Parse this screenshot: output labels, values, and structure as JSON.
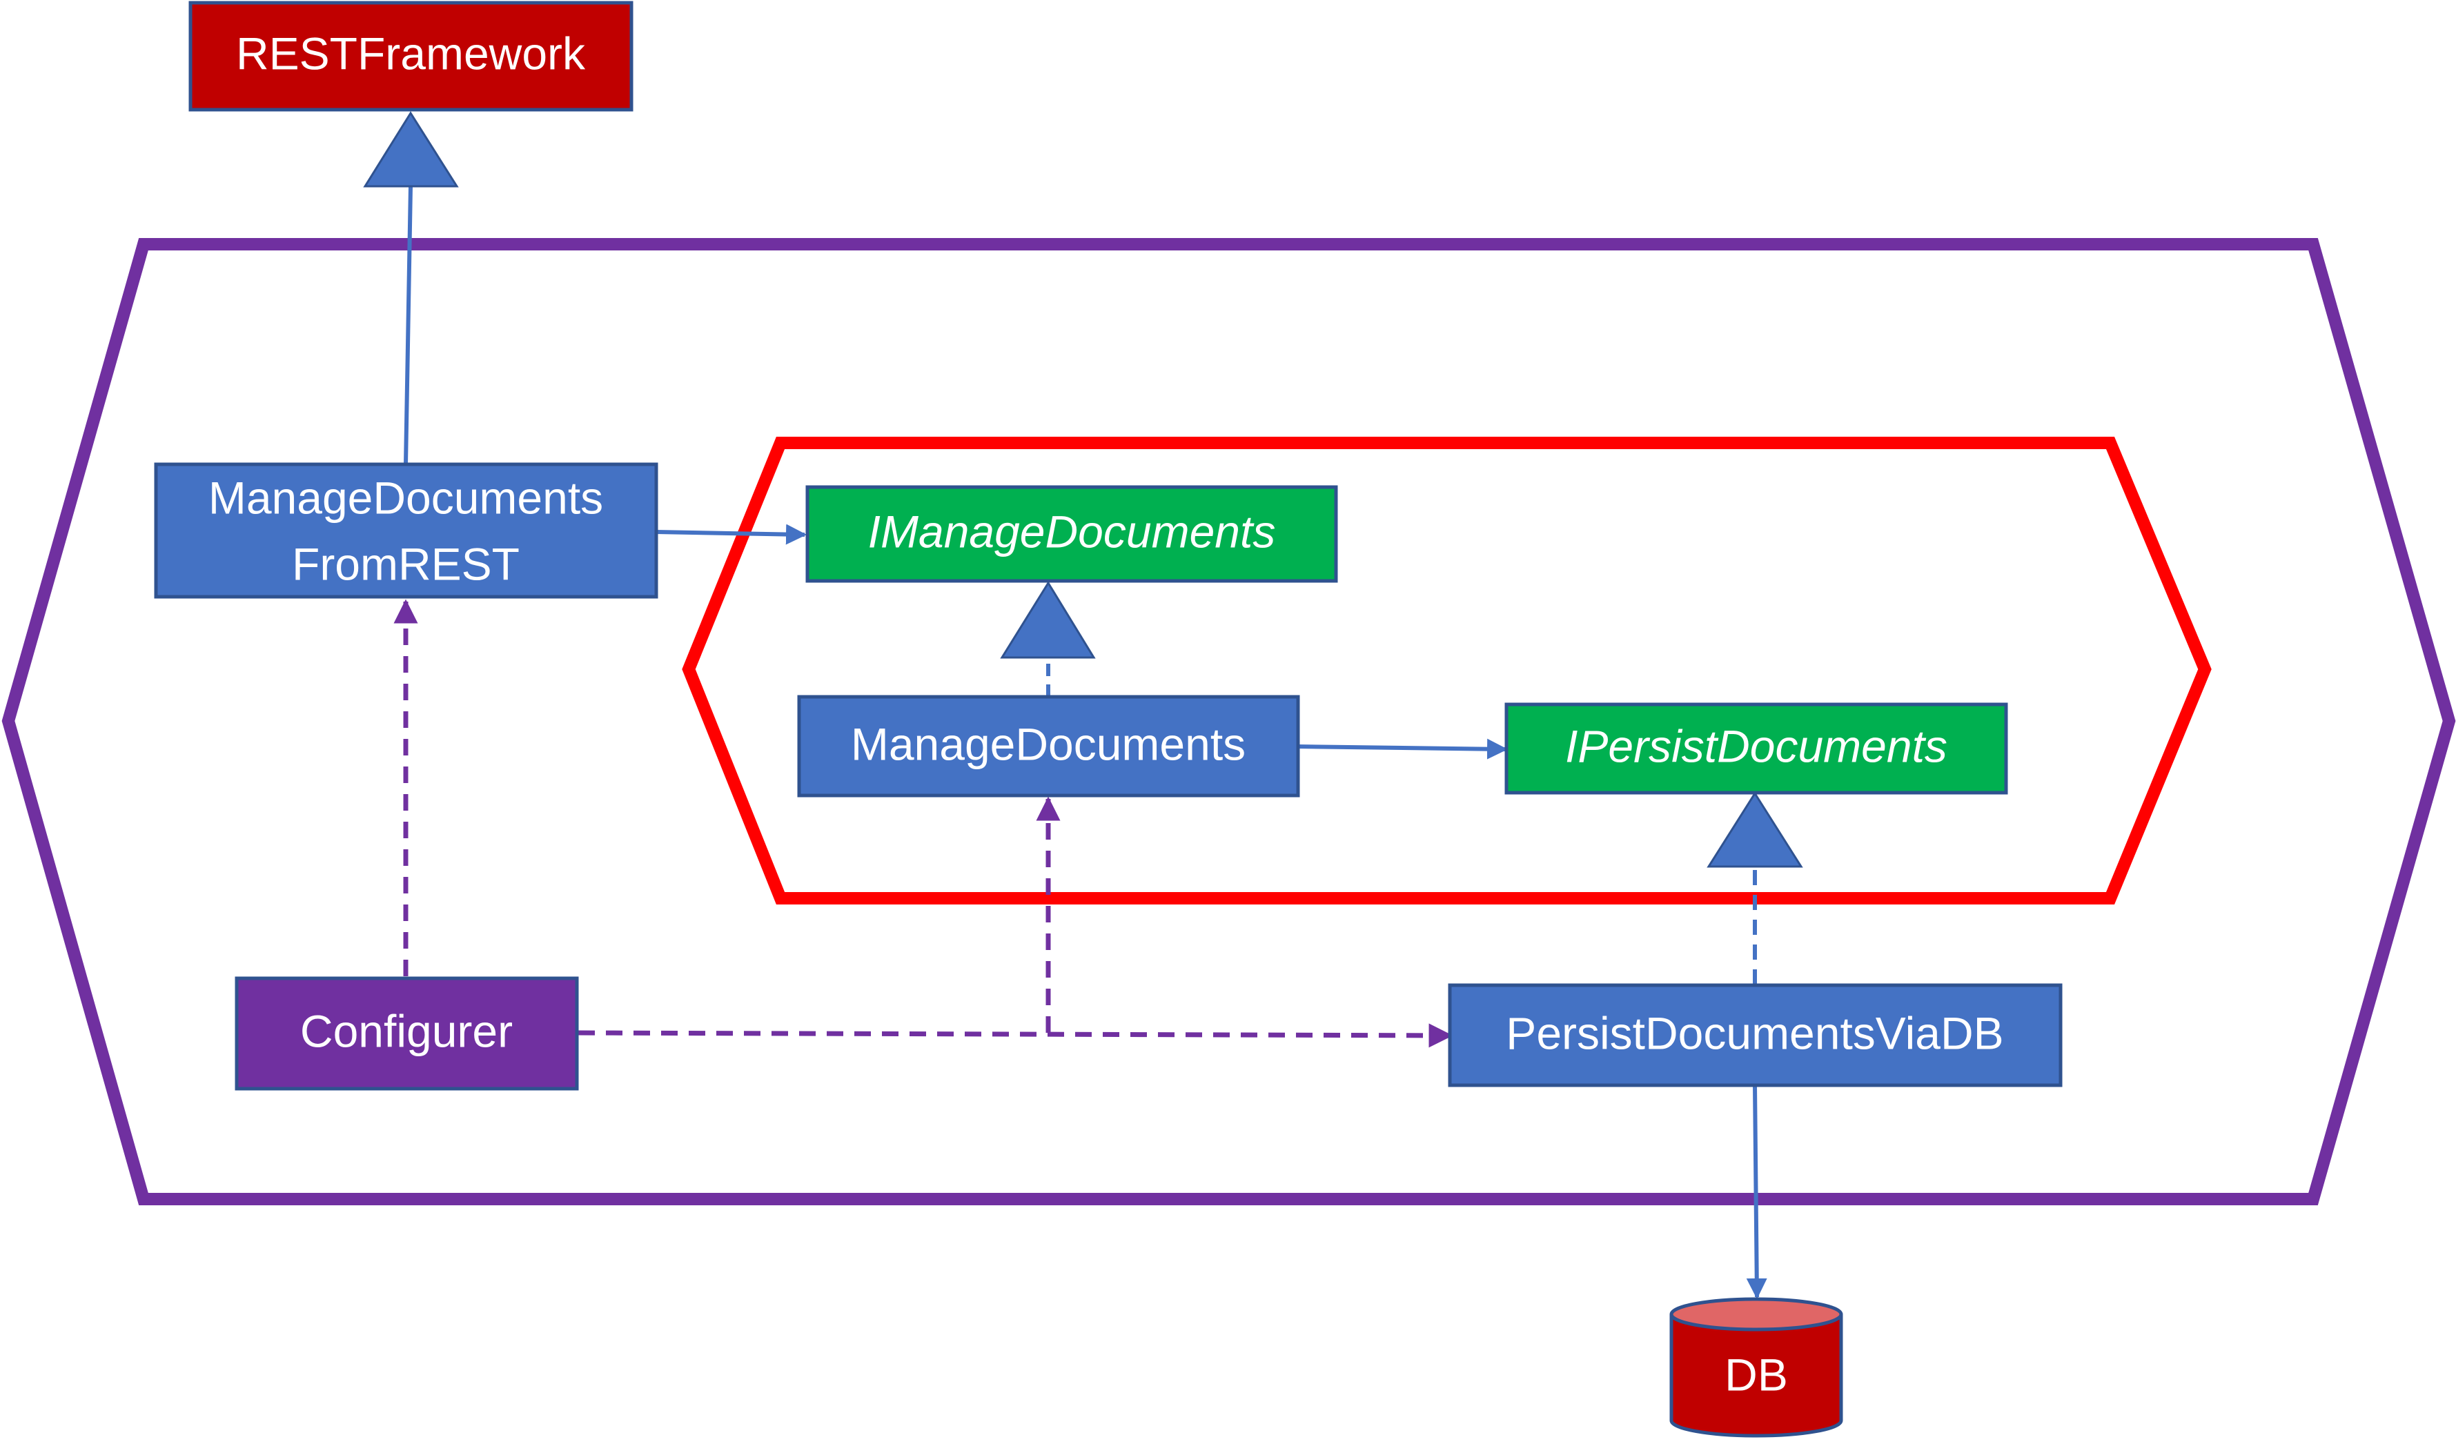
{
  "nodes": {
    "rest_framework": {
      "label": "RESTFramework"
    },
    "manage_documents_from_rest": {
      "line1": "ManageDocuments",
      "line2": "FromREST"
    },
    "imanage_documents": {
      "label": "IManageDocuments"
    },
    "manage_documents": {
      "label": "ManageDocuments"
    },
    "ipersist_documents": {
      "label": "IPersistDocuments"
    },
    "configurer": {
      "label": "Configurer"
    },
    "persist_documents_via_db": {
      "label": "PersistDocumentsViaDB"
    },
    "db": {
      "label": "DB"
    }
  },
  "colors": {
    "application_box": "#4472c4",
    "interface_box": "#00b050",
    "external_box": "#c00000",
    "configurer_box": "#7030a0",
    "outer_hexagon": "#7030a0",
    "inner_hexagon": "#ff0000",
    "solid_arrow": "#4472c4",
    "dashed_arrow": "#7030a0",
    "text": "#ffffff"
  }
}
